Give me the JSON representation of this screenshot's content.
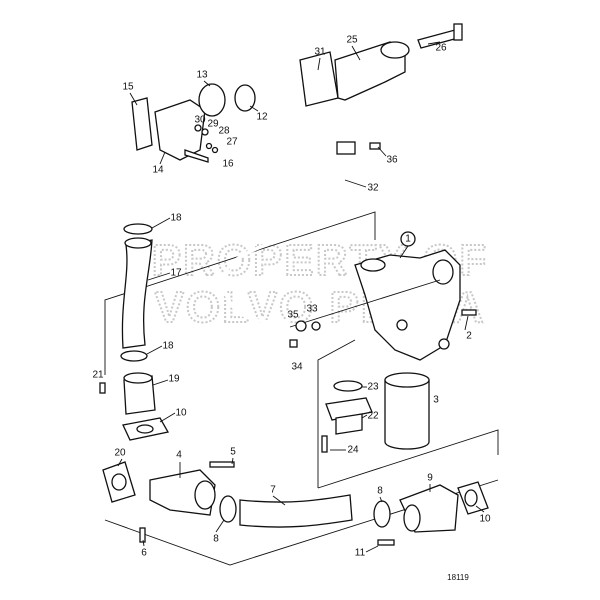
{
  "diagram": {
    "watermark": [
      "PROPERTY OF",
      "VOLVO PENTA"
    ],
    "drawing_number": "18119",
    "callouts": [
      "31",
      "25",
      "26",
      "15",
      "13",
      "12",
      "30",
      "29",
      "28",
      "27",
      "16",
      "14",
      "36",
      "32",
      "18",
      "17",
      "1",
      "33",
      "35",
      "34",
      "2",
      "18",
      "21",
      "19",
      "10",
      "23",
      "3",
      "22",
      "24",
      "5",
      "20",
      "4",
      "7",
      "8",
      "9",
      "10",
      "8",
      "6",
      "11"
    ],
    "colors": {
      "line": "#111111",
      "watermark": "#c8c8c8",
      "background": "#ffffff"
    }
  }
}
